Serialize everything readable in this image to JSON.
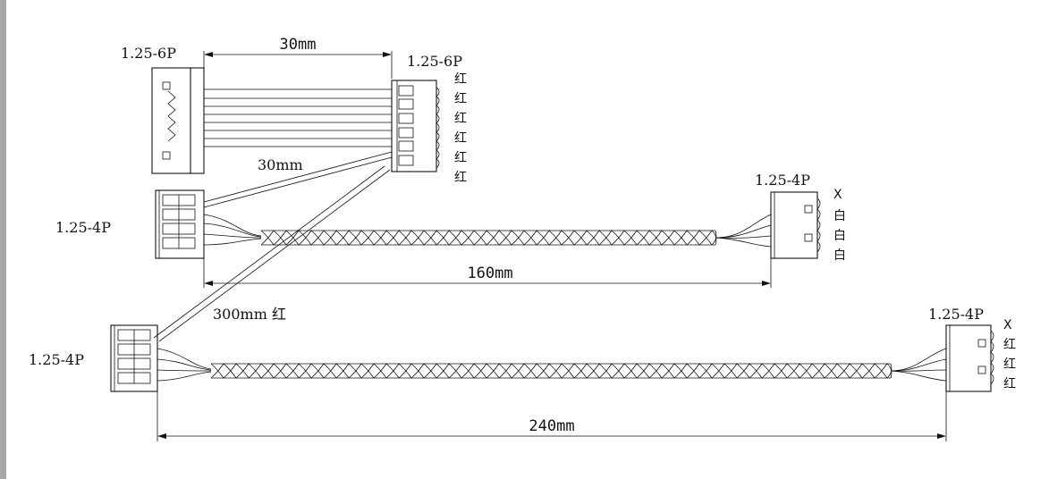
{
  "connectors": {
    "top_left": "1.25-6P",
    "top_right": "1.25-6P",
    "mid_left": "1.25-4P",
    "mid_right": "1.25-4P",
    "bot_left": "1.25-4P",
    "bot_right": "1.25-4P"
  },
  "dimensions": {
    "top_span": "30mm",
    "branch": "30mm",
    "mid_span": "160mm",
    "long_branch": "300mm 红",
    "bottom_span": "240mm"
  },
  "wire_colors": {
    "top_right": [
      "红",
      "红",
      "红",
      "红",
      "红",
      "红"
    ],
    "mid_right": [
      "X",
      "白",
      "白",
      "白"
    ],
    "bot_right": [
      "X",
      "红",
      "红",
      "红"
    ]
  }
}
